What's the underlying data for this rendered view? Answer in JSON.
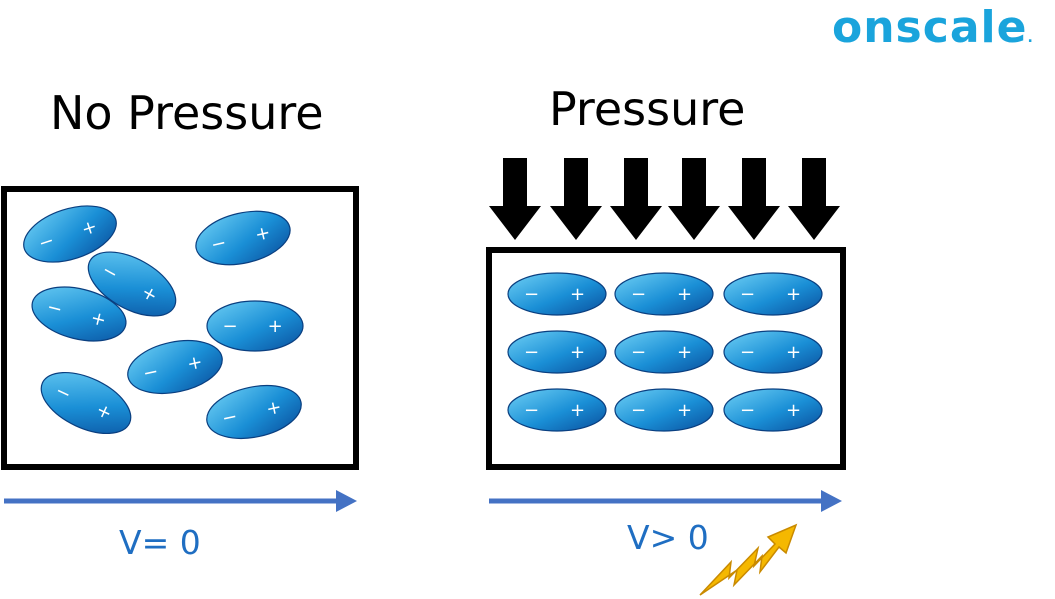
{
  "brand": {
    "name": "onscale",
    "dot": "."
  },
  "left_panel": {
    "title": "No Pressure",
    "voltage_label": "V= 0",
    "dipoles": [
      {
        "neg": "−",
        "pos": "+"
      },
      {
        "neg": "−",
        "pos": "+"
      },
      {
        "neg": "−",
        "pos": "+"
      },
      {
        "neg": "−",
        "pos": "+"
      },
      {
        "neg": "−",
        "pos": "+"
      },
      {
        "neg": "−",
        "pos": "+"
      },
      {
        "neg": "−",
        "pos": "+"
      },
      {
        "neg": "−",
        "pos": "+"
      }
    ]
  },
  "right_panel": {
    "title": "Pressure",
    "voltage_label": "V> 0",
    "pressure_arrows": 6,
    "dipole_grid": {
      "rows": 3,
      "cols": 3,
      "neg": "−",
      "pos": "+"
    }
  },
  "colors": {
    "dipole_light": "#6fd0f5",
    "dipole_dark": "#0a4e9c",
    "axis_arrow": "#4472c4",
    "voltage_text": "#1f6ec2",
    "spark": "#f5b800",
    "brand": "#1aa4dc"
  }
}
